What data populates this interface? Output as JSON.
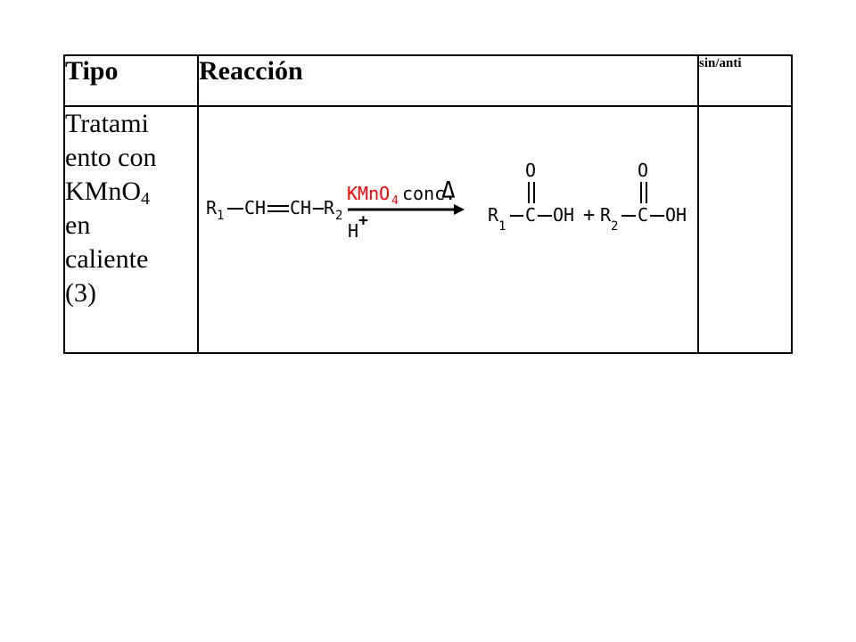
{
  "table": {
    "headers": {
      "tipo": "Tipo",
      "reaccion": "Reacción",
      "sin_anti": "sin/anti"
    },
    "row": {
      "tipo_lines": [
        "Tratami",
        "ento con",
        "KMnO",
        "4",
        "en",
        "caliente",
        "(3)"
      ],
      "sin_anti": ""
    }
  },
  "scheme": {
    "reactant": {
      "r1": "R",
      "r1_sub": "1",
      "ch_a": "CH",
      "ch_b": "CH",
      "r2": "R",
      "r2_sub": "2"
    },
    "reagent_top": {
      "kmno": "KMnO",
      "kmno_sub": "4",
      "conc": "conc.",
      "delta": "Δ"
    },
    "reagent_bottom": {
      "h": "H",
      "plus": "+"
    },
    "product1": {
      "r": "R",
      "r_sub": "1",
      "c": "C",
      "oh": "OH",
      "o": "O"
    },
    "plus_sign": "+",
    "product2": {
      "r": "R",
      "r_sub": "2",
      "c": "C",
      "oh": "OH",
      "o": "O"
    },
    "colors": {
      "reagent_red": "#ff0000",
      "ink": "#000000"
    }
  }
}
